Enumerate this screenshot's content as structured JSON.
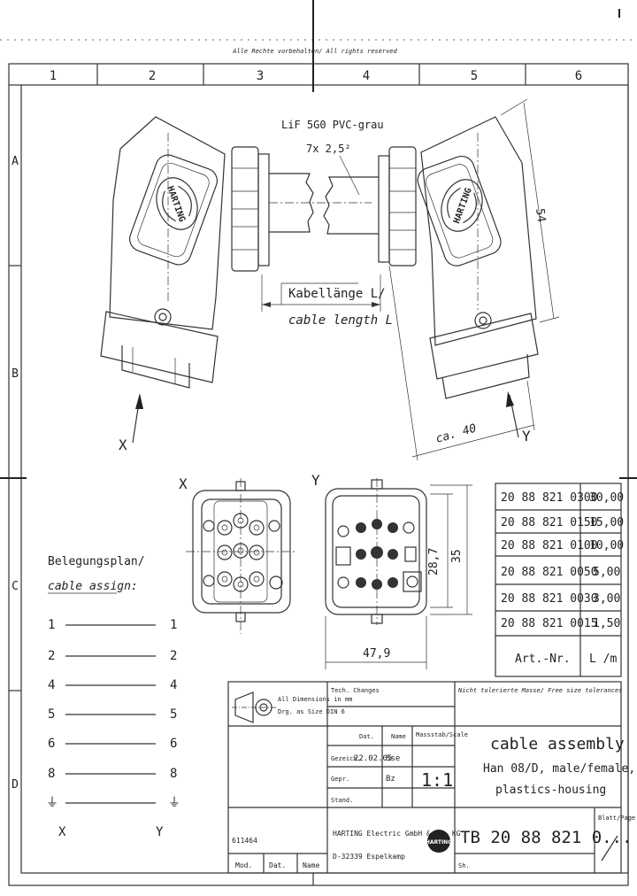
{
  "copyright": "Alle Rechte vorbehalten/ All rights reserved",
  "columns": [
    "1",
    "2",
    "3",
    "4",
    "5",
    "6"
  ],
  "rows": [
    "A",
    "B",
    "C",
    "D"
  ],
  "cable_note": {
    "line1": "LiF 5G0 PVC-grau",
    "line2": "7x 2,5²"
  },
  "cable_length": {
    "de": "Kabellänge L/",
    "en": "cable length L"
  },
  "brand": "HARTING",
  "dims": {
    "d54": "54",
    "ca40": "ca. 40",
    "d28_7": "28,7",
    "d35": "35",
    "d47_9": "47,9"
  },
  "views": {
    "x": "X",
    "y": "Y"
  },
  "arrow_x": "X",
  "arrow_y": "Y",
  "pin_plan": {
    "title": "Belegungsplan/",
    "subtitle": "cable assign:",
    "rows": [
      {
        "left": "1",
        "right": "1"
      },
      {
        "left": "2",
        "right": "2"
      },
      {
        "left": "4",
        "right": "4"
      },
      {
        "left": "5",
        "right": "5"
      },
      {
        "left": "6",
        "right": "6"
      },
      {
        "left": "8",
        "right": "8"
      },
      {
        "left": "⏚",
        "right": "⏚"
      }
    ],
    "col_x": "X",
    "col_y": "Y"
  },
  "variants": {
    "rows": [
      {
        "part": "20 88 821 0300",
        "len": "30,00"
      },
      {
        "part": "20 88 821 0150",
        "len": "15,00"
      },
      {
        "part": "20 88 821 0100",
        "len": "10,00"
      },
      {
        "part": "20 88 821 0050",
        "len": "5,00"
      },
      {
        "part": "20 88 821 0030",
        "len": "3,00"
      },
      {
        "part": "20 88 821 0015",
        "len": "1,50"
      }
    ],
    "header_part": "Art.-Nr.",
    "header_len": "L /m"
  },
  "title_block": {
    "dim_note_1": "All Dimensions in mm",
    "dim_note_2": "Drg. as Size DIN 6",
    "tech_changes": "Tech. Changes",
    "tolerance": "Nicht tolerierte Masse/ Free size tolerances",
    "col_date": "Dat.",
    "col_name": "Name",
    "scale_label": "Massstab/Scale",
    "row_drawn": "Gezeich.",
    "drawn_date": "22.02.05",
    "drawn_name": "Sse",
    "row_checked": "Gepr.",
    "checked_name": "Bz",
    "row_std": "Stand.",
    "scale": "1:1",
    "title1": "cable assembly",
    "title2": "Han 08/D, male/female,",
    "title3": "plastics-housing",
    "company": "HARTING Electric GmbH & Co. KG",
    "address": "D-32339 Espelkamp",
    "drawing_no": "TB 20 88 821 0...",
    "change_no": "611464",
    "mod": "Mod.",
    "date": "Dat.",
    "name": "Name",
    "sheet": "Blatt/Page",
    "sh": "Sh."
  }
}
